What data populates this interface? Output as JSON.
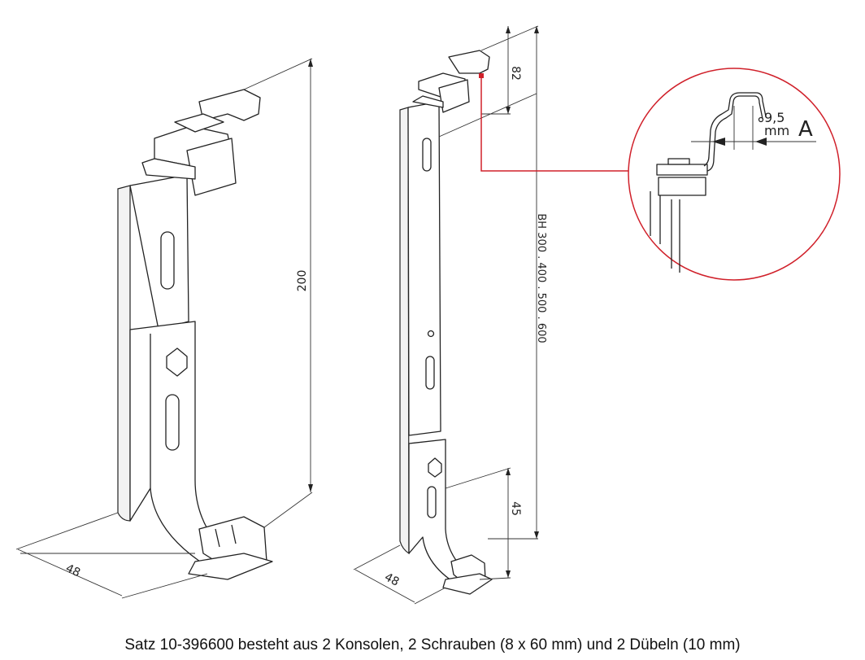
{
  "drawing": {
    "left_bracket": {
      "height_label": "200",
      "depth_label": "48"
    },
    "right_bracket": {
      "top_label": "82",
      "height_label": "BH 300 . 400 . 500 . 600",
      "bottom_label": "45",
      "depth_label": "48"
    },
    "detail": {
      "value": "9,5",
      "unit": "mm",
      "marker": "A"
    },
    "accent_color": "#d0202a"
  },
  "caption": "Satz 10-396600 besteht aus 2 Konsolen, 2 Schrauben (8 x 60 mm) und 2 Dübeln (10 mm)"
}
